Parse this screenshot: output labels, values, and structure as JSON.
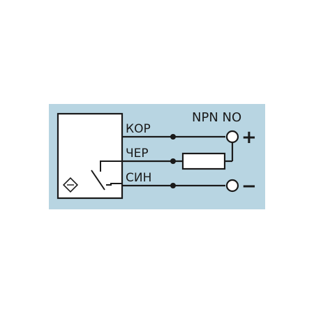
{
  "diagram": {
    "header": "NPN NO",
    "wires": [
      {
        "label": "КОР",
        "terminal": "+"
      },
      {
        "label": "ЧЕР",
        "terminal": ""
      },
      {
        "label": "СИН",
        "terminal": "−"
      }
    ],
    "colors": {
      "panel": "#b8d5e2",
      "line": "#1a1a1a",
      "fill": "#ffffff"
    }
  }
}
